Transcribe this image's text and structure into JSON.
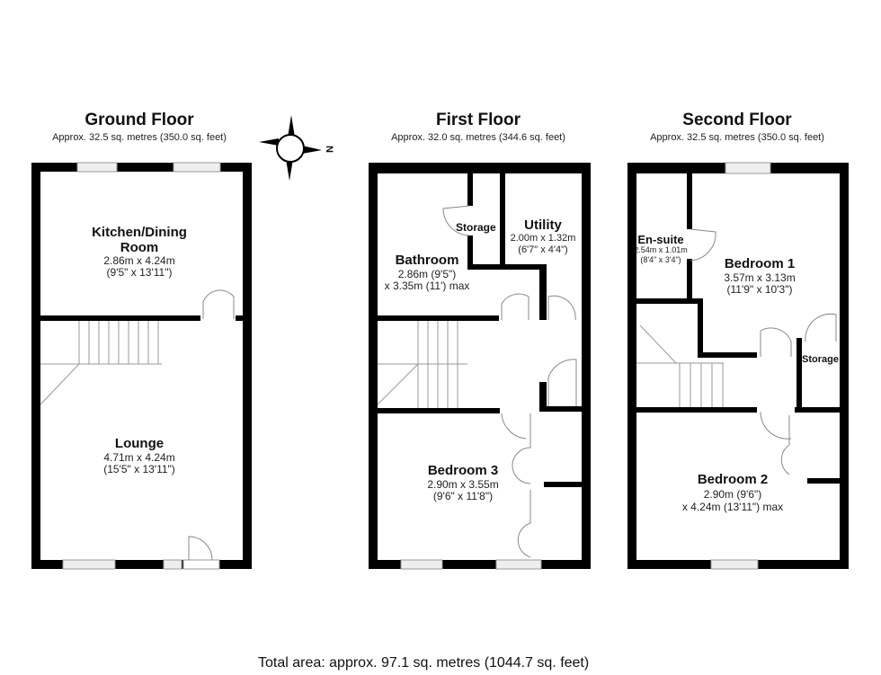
{
  "compass": {
    "label": "N"
  },
  "floors": [
    {
      "title": "Ground Floor",
      "area": "Approx. 32.5 sq. metres (350.0 sq. feet)",
      "rooms": [
        {
          "name": "Kitchen/Dining",
          "name2": "Room",
          "dim_m": "2.86m x 4.24m",
          "dim_ft": "(9'5\" x 13'11\")"
        },
        {
          "name": "Lounge",
          "dim_m": "4.71m x 4.24m",
          "dim_ft": "(15'5\" x 13'11\")"
        }
      ]
    },
    {
      "title": "First Floor",
      "area": "Approx. 32.0 sq. metres (344.6 sq. feet)",
      "rooms": [
        {
          "name": "Storage"
        },
        {
          "name": "Utility",
          "dim_m": "2.00m x 1.32m",
          "dim_ft": "(6'7\" x 4'4\")"
        },
        {
          "name": "Bathroom",
          "dim_m": "2.86m (9'5\")",
          "dim_ft": "x 3.35m (11') max"
        },
        {
          "name": "Bedroom 3",
          "dim_m": "2.90m x 3.55m",
          "dim_ft": "(9'6\" x 11'8\")"
        }
      ]
    },
    {
      "title": "Second Floor",
      "area": "Approx. 32.5 sq. metres (350.0 sq. feet)",
      "rooms": [
        {
          "name": "En-suite",
          "dim_m": "2.54m x 1.01m",
          "dim_ft": "(8'4\" x 3'4\")"
        },
        {
          "name": "Bedroom 1",
          "dim_m": "3.57m x 3.13m",
          "dim_ft": "(11'9\" x 10'3\")"
        },
        {
          "name": "Storage"
        },
        {
          "name": "Bedroom 2",
          "dim_m": "2.90m (9'6\")",
          "dim_ft": "x 4.24m (13'11\") max"
        }
      ]
    }
  ],
  "total_area": "Total area: approx. 97.1 sq. metres (1044.7 sq. feet)",
  "colors": {
    "wall": "#000000",
    "fixture": "#888888",
    "window_fill": "#e8e8e8"
  }
}
